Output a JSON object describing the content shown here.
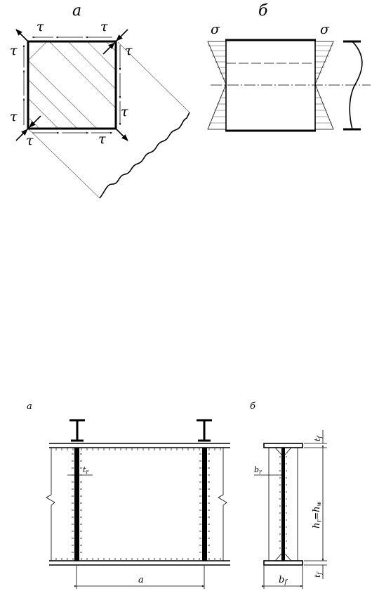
{
  "figure_top": {
    "label_a": "а",
    "label_b": "б",
    "tau": "τ",
    "sigma": "σ"
  },
  "figure_bottom": {
    "label_a": "а",
    "label_b": "б",
    "dim_a": "a",
    "dim_tr": "t",
    "dim_tr_sub": "r",
    "dim_br": "b",
    "dim_br_sub": "r",
    "dim_tf": "t",
    "dim_tf_sub": "f",
    "dim_bf": "b",
    "dim_bf_sub": "f",
    "dim_h": "h",
    "dim_h_sub": "r",
    "dim_hw": "=h",
    "dim_hw_sub": "w"
  }
}
